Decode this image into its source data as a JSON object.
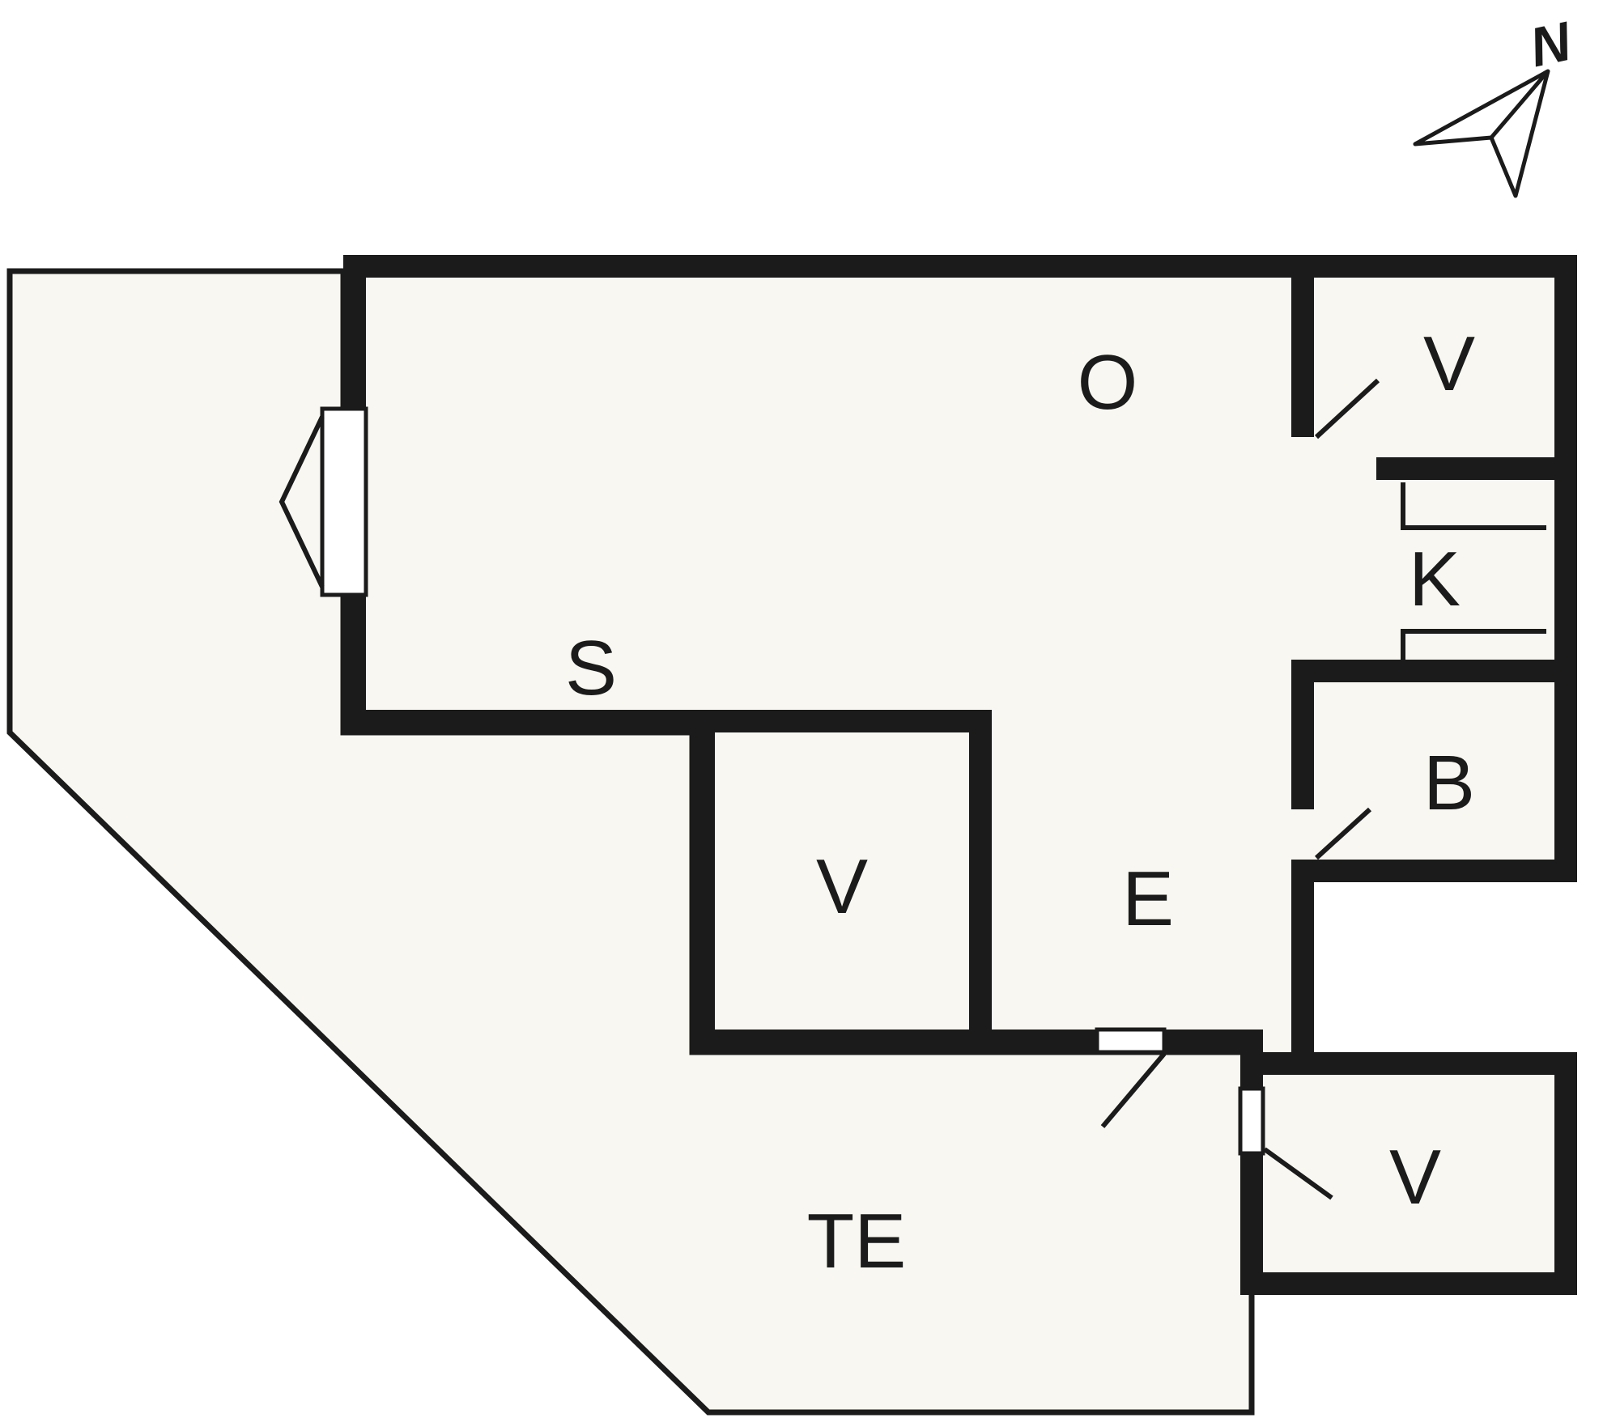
{
  "page": {
    "background_color": "#ffffff",
    "plan_fill_color": "#f8f7f1",
    "wall_color": "#1b1b1b"
  },
  "compass": {
    "label": "N"
  },
  "rooms": {
    "living": {
      "label": "O"
    },
    "bedroom_ne": {
      "label": "V"
    },
    "kitchen": {
      "label": "K"
    },
    "bath": {
      "label": "B"
    },
    "sitting": {
      "label": "S"
    },
    "room_mid": {
      "label": "V"
    },
    "entry": {
      "label": "E"
    },
    "annex": {
      "label": "V"
    },
    "terrace": {
      "label": "TE"
    }
  }
}
